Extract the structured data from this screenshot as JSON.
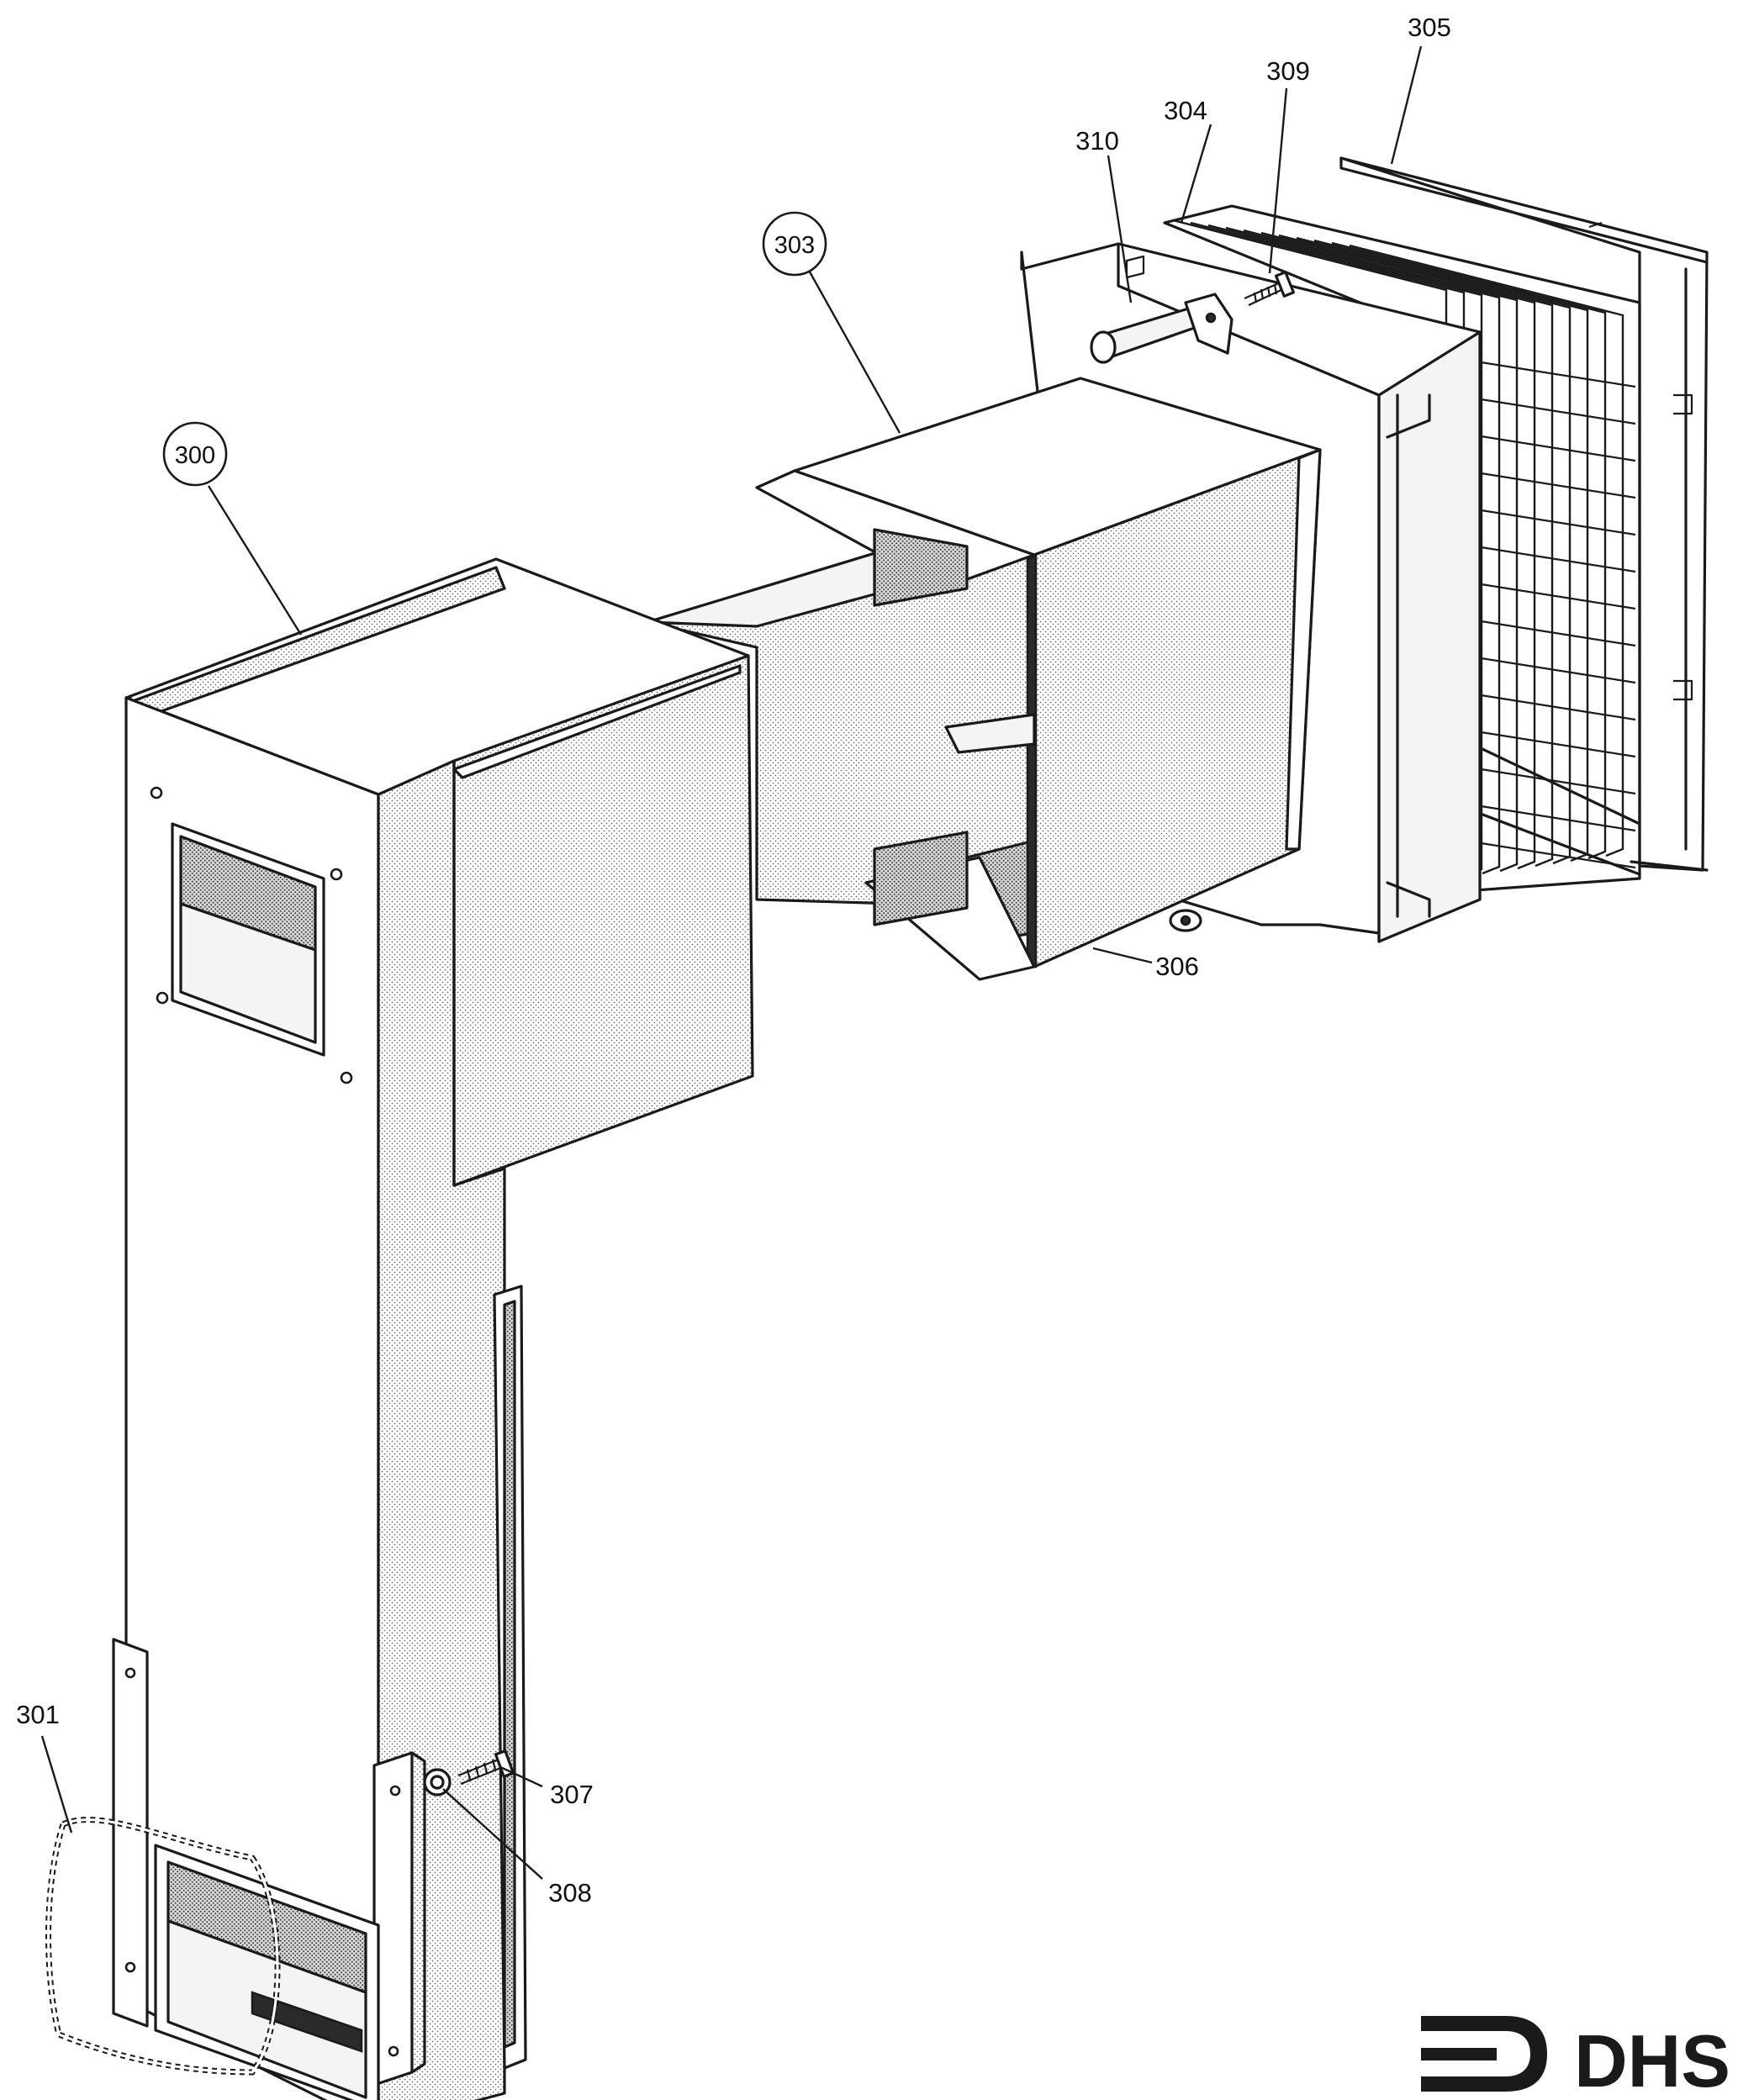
{
  "callouts": {
    "c300": "300",
    "c301": "301",
    "c303": "303",
    "c304": "304",
    "c305": "305",
    "c306": "306",
    "c307": "307",
    "c308": "308",
    "c309": "309",
    "c310": "310"
  },
  "logo": {
    "text": "DHS"
  },
  "colors": {
    "ink": "#1a1a1a",
    "paper": "#ffffff",
    "shade": "#bdbdbd"
  }
}
